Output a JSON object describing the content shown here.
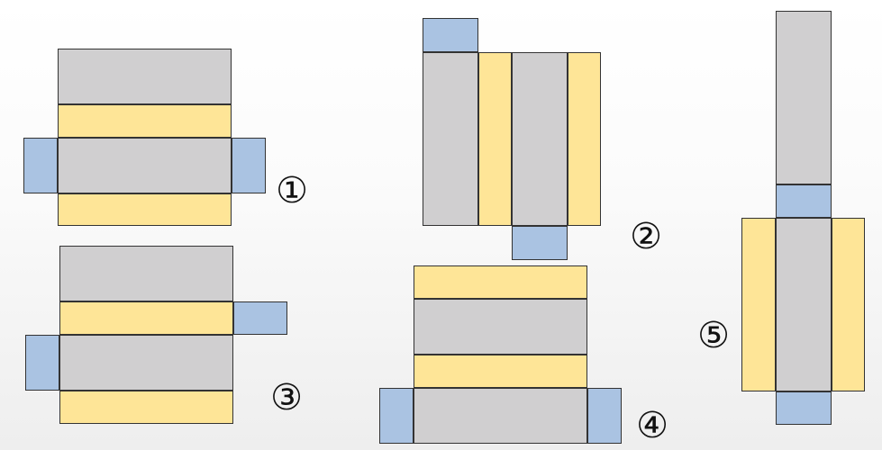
{
  "colors": {
    "gray": "#d0cfd0",
    "yellow": "#fee597",
    "blue": "#aac3e2",
    "edge": "#333333"
  },
  "nets": [
    {
      "label": "①"
    },
    {
      "label": "②"
    },
    {
      "label": "③"
    },
    {
      "label": "④"
    },
    {
      "label": "⑤"
    }
  ]
}
